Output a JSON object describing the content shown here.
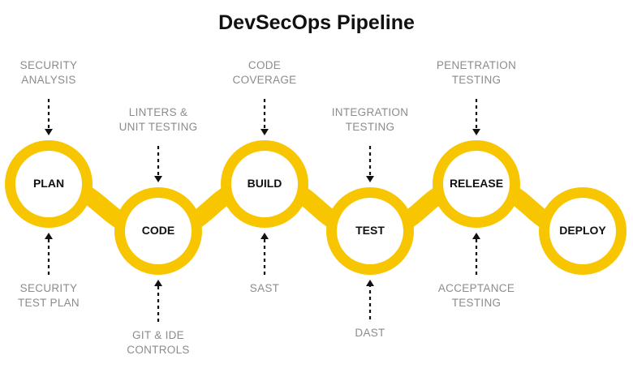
{
  "title": "DevSecOps Pipeline",
  "colors": {
    "accent": "#F7C600",
    "text": "#111111",
    "label": "#8c8c8c"
  },
  "stages": [
    {
      "name": "PLAN",
      "top_label": [
        "SECURITY",
        "ANALYSIS"
      ],
      "bottom_label": [
        "SECURITY",
        "TEST PLAN"
      ]
    },
    {
      "name": "CODE",
      "top_label": [
        "LINTERS &",
        "UNIT TESTING"
      ],
      "bottom_label": [
        "GIT & IDE",
        "CONTROLS"
      ]
    },
    {
      "name": "BUILD",
      "top_label": [
        "CODE",
        "COVERAGE"
      ],
      "bottom_label": [
        "SAST"
      ]
    },
    {
      "name": "TEST",
      "top_label": [
        "INTEGRATION",
        "TESTING"
      ],
      "bottom_label": [
        "DAST"
      ]
    },
    {
      "name": "RELEASE",
      "top_label": [
        "PENETRATION",
        "TESTING"
      ],
      "bottom_label": [
        "ACCEPTANCE",
        "TESTING"
      ]
    },
    {
      "name": "DEPLOY"
    }
  ]
}
